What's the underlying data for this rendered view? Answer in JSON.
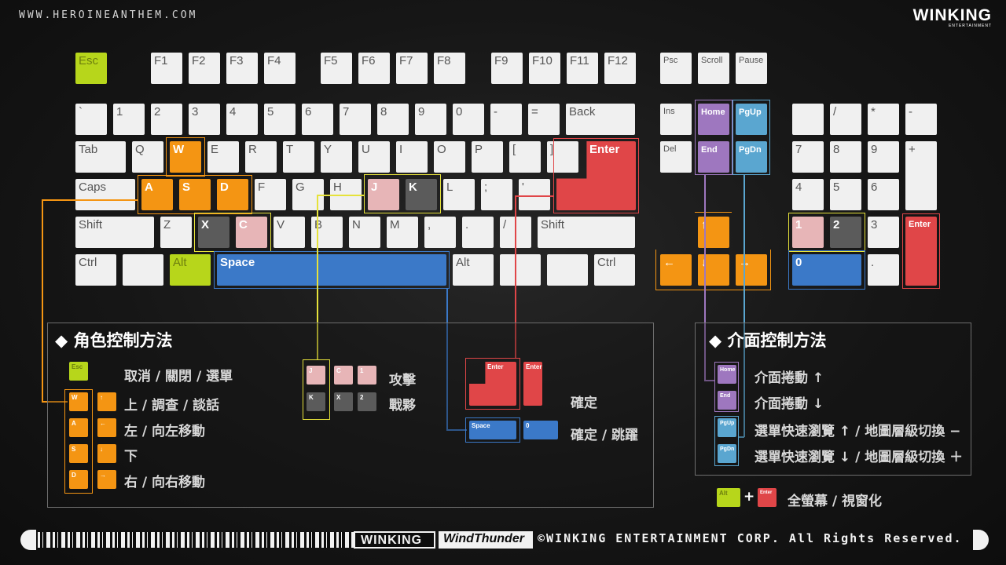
{
  "header": {
    "site": "WWW.HEROINEANTHEM.COM",
    "logo": "WINKING",
    "logo_sub": "ENTERTAINMENT"
  },
  "keyboard": {
    "esc": "Esc",
    "f": [
      "F1",
      "F2",
      "F3",
      "F4",
      "F5",
      "F6",
      "F7",
      "F8",
      "F9",
      "F10",
      "F11",
      "F12"
    ],
    "sys": [
      "Psc",
      "Scroll",
      "Pause"
    ],
    "row1": [
      "`",
      "1",
      "2",
      "3",
      "4",
      "5",
      "6",
      "7",
      "8",
      "9",
      "0",
      "-",
      "=",
      "Back"
    ],
    "nav_top": [
      "Ins",
      "Home",
      "PgUp"
    ],
    "nav_mid": [
      "Del",
      "End",
      "PgDn"
    ],
    "num_row1": [
      "",
      "/",
      "*",
      "-"
    ],
    "row2": [
      "Tab",
      "Q",
      "W",
      "E",
      "R",
      "T",
      "Y",
      "U",
      "I",
      "O",
      "P",
      "[",
      "]"
    ],
    "enter": "Enter",
    "num_row2": [
      "7",
      "8",
      "9",
      "+"
    ],
    "row3": [
      "Caps",
      "A",
      "S",
      "D",
      "F",
      "G",
      "H",
      "J",
      "K",
      "L",
      ";",
      "'"
    ],
    "num_row3": [
      "4",
      "5",
      "6"
    ],
    "row4": [
      "Shift",
      "Z",
      "X",
      "C",
      "V",
      "B",
      "N",
      "M",
      ",",
      ".",
      "/",
      "Shift"
    ],
    "num_row4": [
      "1",
      "2",
      "3",
      "Enter"
    ],
    "row5": [
      "Ctrl",
      "",
      "Alt",
      "Space",
      "Alt",
      "",
      "",
      "Ctrl"
    ],
    "arrows": [
      "↑",
      "←",
      "↓",
      "→"
    ],
    "num_row5": [
      "0",
      "."
    ]
  },
  "left_panel": {
    "title": "角色控制方法",
    "esc_desc": "取消 / 關閉 / 選單",
    "up_desc": "上 / 調查 / 談話",
    "left_desc": "左 / 向左移動",
    "down_desc": "下",
    "right_desc": "右 / 向右移動",
    "attack": "攻擊",
    "battle": "戰夥",
    "confirm": "確定",
    "confirm_jump": "確定 / 跳躍"
  },
  "right_panel": {
    "title": "介面控制方法",
    "scroll_up": "介面捲動 ↑",
    "scroll_down": "介面捲動 ↓",
    "menu_up": "選單快速瀏覽 ↑ / 地圖層級切換 −",
    "menu_down": "選單快速瀏覽 ↓ / 地圖層級切換 ＋",
    "fullscreen": "全螢幕 / 視窗化",
    "plus": "+"
  },
  "footer": {
    "brand1": "WINKING",
    "brand2": "WindThunder",
    "copyright": "©WINKING ENTERTAINMENT CORP. All Rights Reserved."
  },
  "colors": {
    "green": "#b7d61b",
    "orange": "#f49513",
    "pink": "#e7b5b7",
    "dark": "#5b5b5b",
    "red": "#e04648",
    "blue": "#3b79c8",
    "purple": "#9e77bf",
    "cyan": "#5aa6d0",
    "yellow_outline": "#e6e23a"
  }
}
